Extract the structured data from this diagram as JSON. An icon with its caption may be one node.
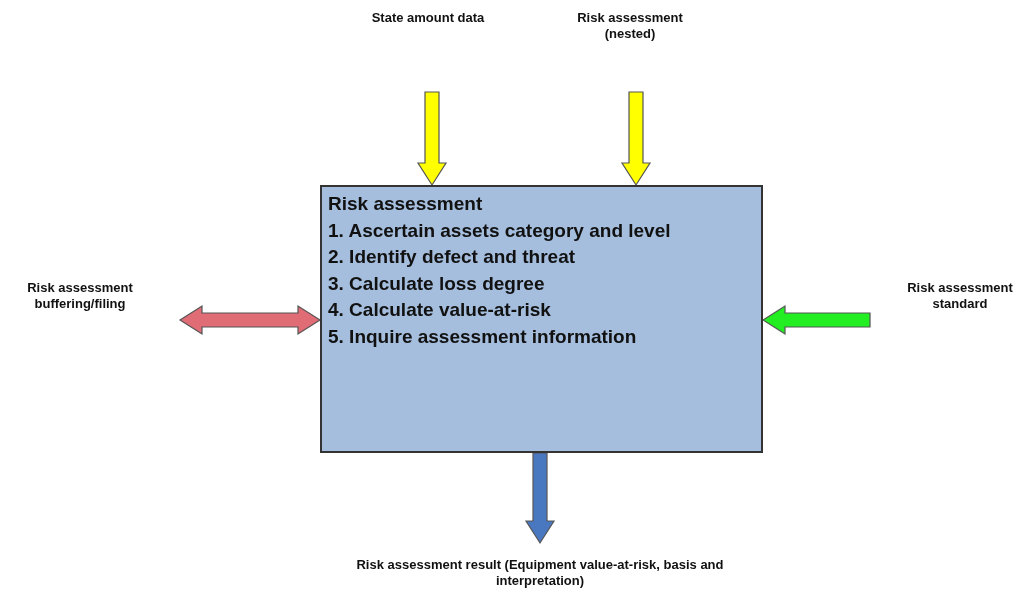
{
  "diagram": {
    "nodes": [
      {
        "text": [
          "Risk assessment",
          "1. Ascertain assets category and level",
          "2. Identify defect and threat",
          "3. Calculate loss degree",
          "4. Calculate value-at-risk",
          "5. Inquire assessment information"
        ]
      },
      {
        "text": [
          "State amount data"
        ]
      },
      {
        "text": [
          "Risk assessment (nested)"
        ]
      },
      {
        "text": [
          "Risk assessment buffering/filing"
        ]
      },
      {
        "text": [
          "Risk assessment standard"
        ]
      },
      {
        "text": [
          "Risk assessment result (Equipment value-at-risk, basis and interpretation)"
        ]
      }
    ],
    "edges": [
      {
        "from": 1,
        "to": 0,
        "arrow": "to",
        "color": "#ffff00"
      },
      {
        "from": 2,
        "to": 0,
        "arrow": "to",
        "color": "#ffff00"
      },
      {
        "from": 3,
        "to": 0,
        "arrow": "both",
        "color": "#e06c75"
      },
      {
        "from": 4,
        "to": 0,
        "arrow": "to",
        "color": "#22ee22"
      },
      {
        "from": 0,
        "to": 5,
        "arrow": "to",
        "color": "#4a78c0"
      }
    ]
  }
}
